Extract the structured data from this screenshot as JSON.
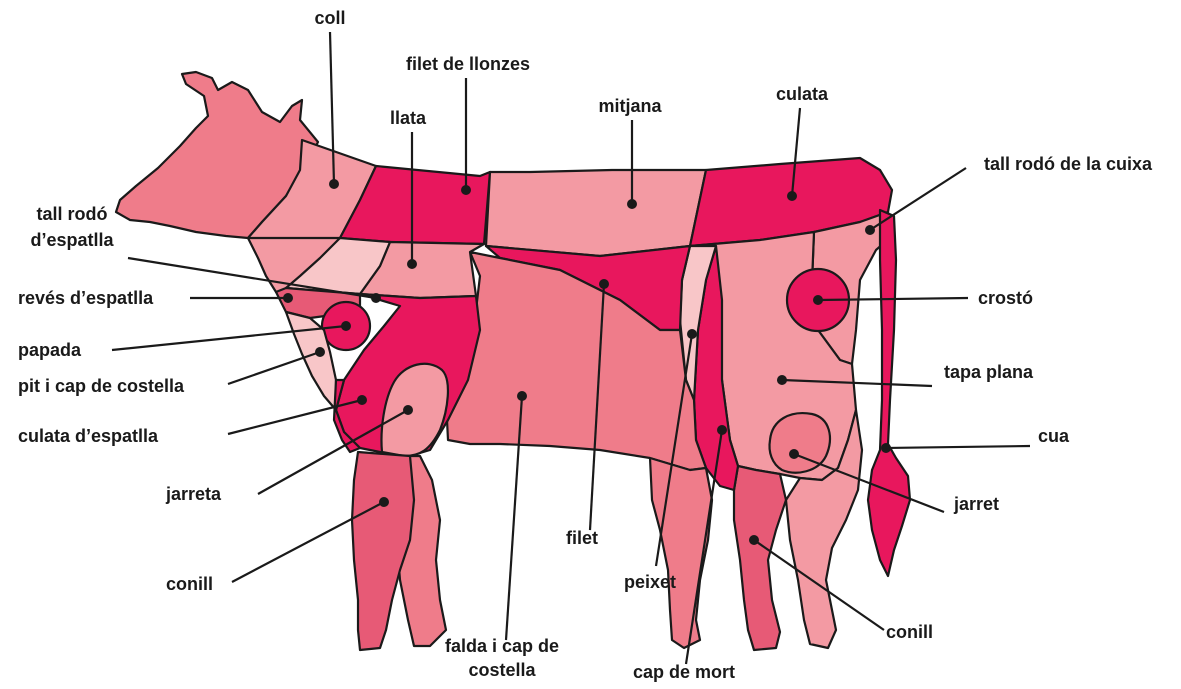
{
  "colors": {
    "crimson": "#e8175d",
    "pink_dark": "#e75a76",
    "pink_mid": "#ef7c8a",
    "pink": "#f39aa3",
    "pink_light": "#f8c6c8",
    "outline": "#1a1a1a"
  },
  "labels": {
    "coll": "coll",
    "filet_llonzes": "filet de llonzes",
    "llata": "llata",
    "mitjana": "mitjana",
    "culata": "culata",
    "tall_rodo_cuixa": "tall rodó de la cuixa",
    "tall_rodo_espatlla_1": "tall rodó",
    "tall_rodo_espatlla_2": "d’espatlla",
    "reves_espatlla": "revés d’espatlla",
    "crosto": "crostó",
    "papada": "papada",
    "pit_cap_costella": "pit i cap de costella",
    "tapa_plana": "tapa plana",
    "culata_espatlla": "culata d’espatlla",
    "cua": "cua",
    "jarreta": "jarreta",
    "jarret": "jarret",
    "filet": "filet",
    "peixet": "peixet",
    "conill_left": "conill",
    "conill_right": "conill",
    "falda_1": "falda i cap de",
    "falda_2": "costella",
    "cap_mort": "cap de mort"
  }
}
